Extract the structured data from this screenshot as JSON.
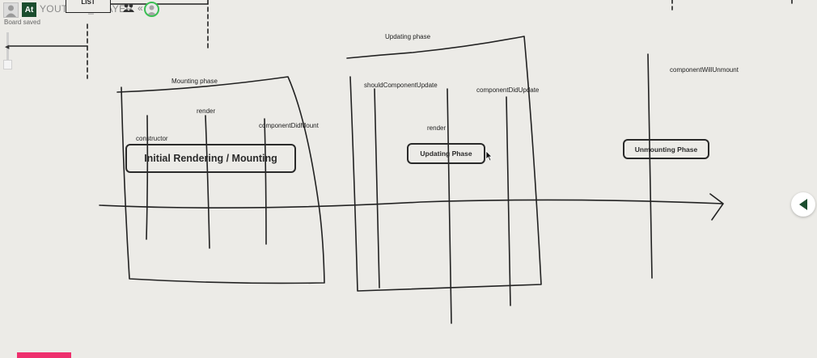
{
  "header": {
    "badge": "At",
    "board_title": "YOUTUBE_PLAYER",
    "saved_status": "Board saved",
    "share_icon": "users-icon",
    "collapse_icon": "double-chevron-left-icon",
    "list_label": "LIST"
  },
  "diagram": {
    "labels": {
      "mounting_phase": "Mounting phase",
      "constructor": "constructor",
      "render_mount": "render",
      "component_did_mount": "componentDidMount",
      "updating_phase": "Updating phase",
      "should_component_update": "shouldComponentUpdate",
      "render_update": "render",
      "component_did_update": "componentDidUpdate",
      "component_will_unmount": "componentWillUnmount"
    },
    "boxes": {
      "mounting": "Initial Rendering / Mounting",
      "updating": "Updating Phase",
      "unmounting": "Unmounting Phase"
    }
  },
  "colors": {
    "canvas_bg": "#ecebe7",
    "ink": "#222222",
    "brand_badge": "#1b4d2e",
    "online_ring": "#3bbf53",
    "accent_bar": "#ee2f6d",
    "nav_arrow": "#1b4d2e"
  },
  "controls": {
    "next_icon": "play-left-icon"
  }
}
